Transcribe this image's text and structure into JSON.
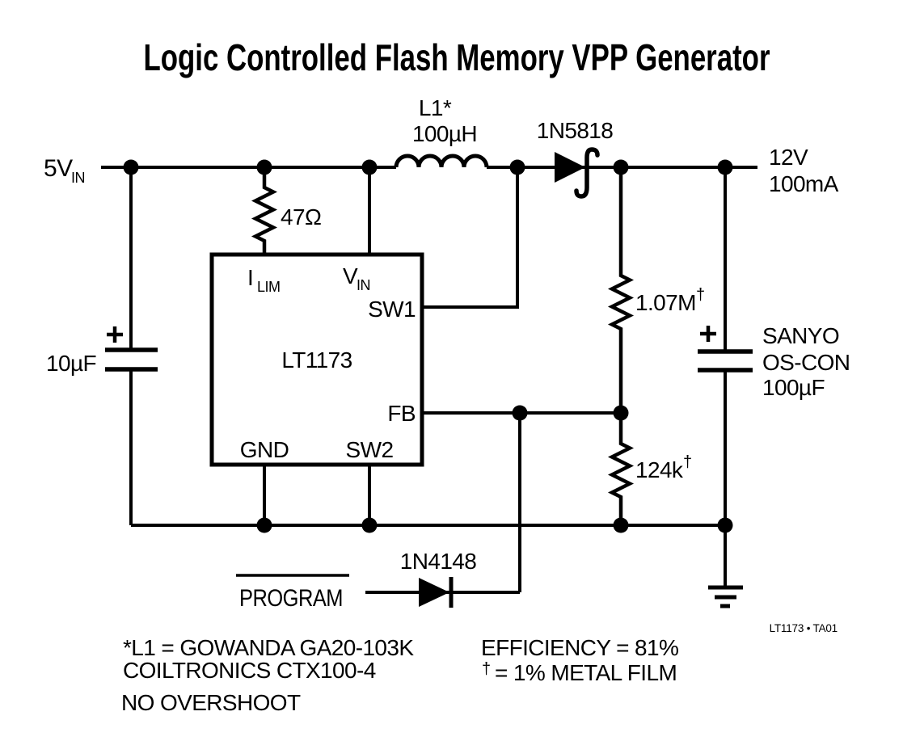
{
  "colors": {
    "ink": "#000000",
    "paper": "#ffffff"
  },
  "title": "Logic Controlled Flash Memory VPP Generator",
  "figure_id": "LT1173 • TA01",
  "supply": {
    "main": "5V",
    "sub": "IN"
  },
  "output": {
    "voltage": "12V",
    "current": "100mA"
  },
  "inductor": {
    "ref": "L1*",
    "value": "100µH"
  },
  "rectifier": {
    "part": "1N5818"
  },
  "resistor_ilim": {
    "value": "47Ω"
  },
  "cap_in": {
    "value": "10µF"
  },
  "cap_out": {
    "brand": "SANYO",
    "series": "OS-CON",
    "value": "100µF"
  },
  "divider": {
    "top": {
      "value": "1.07M",
      "mark": "†"
    },
    "bottom": {
      "value": "124k",
      "mark": "†"
    }
  },
  "program": {
    "signal": "PROGRAM",
    "diode": "1N4148"
  },
  "ic": {
    "part": "LT1173",
    "pin_ilim_main": "I",
    "pin_ilim_sub": "LIM",
    "pin_vin_main": "V",
    "pin_vin_sub": "IN",
    "pin_sw1": "SW1",
    "pin_fb": "FB",
    "pin_gnd": "GND",
    "pin_sw2": "SW2"
  },
  "notes": {
    "l1_line1": "*L1 = GOWANDA GA20-103K",
    "l1_line2": "COILTRONICS CTX100-4",
    "l1_line3": "NO OVERSHOOT",
    "efficiency": "EFFICIENCY = 81%",
    "tolerance_mark": "†",
    "tolerance_text": "= 1% METAL FILM"
  }
}
